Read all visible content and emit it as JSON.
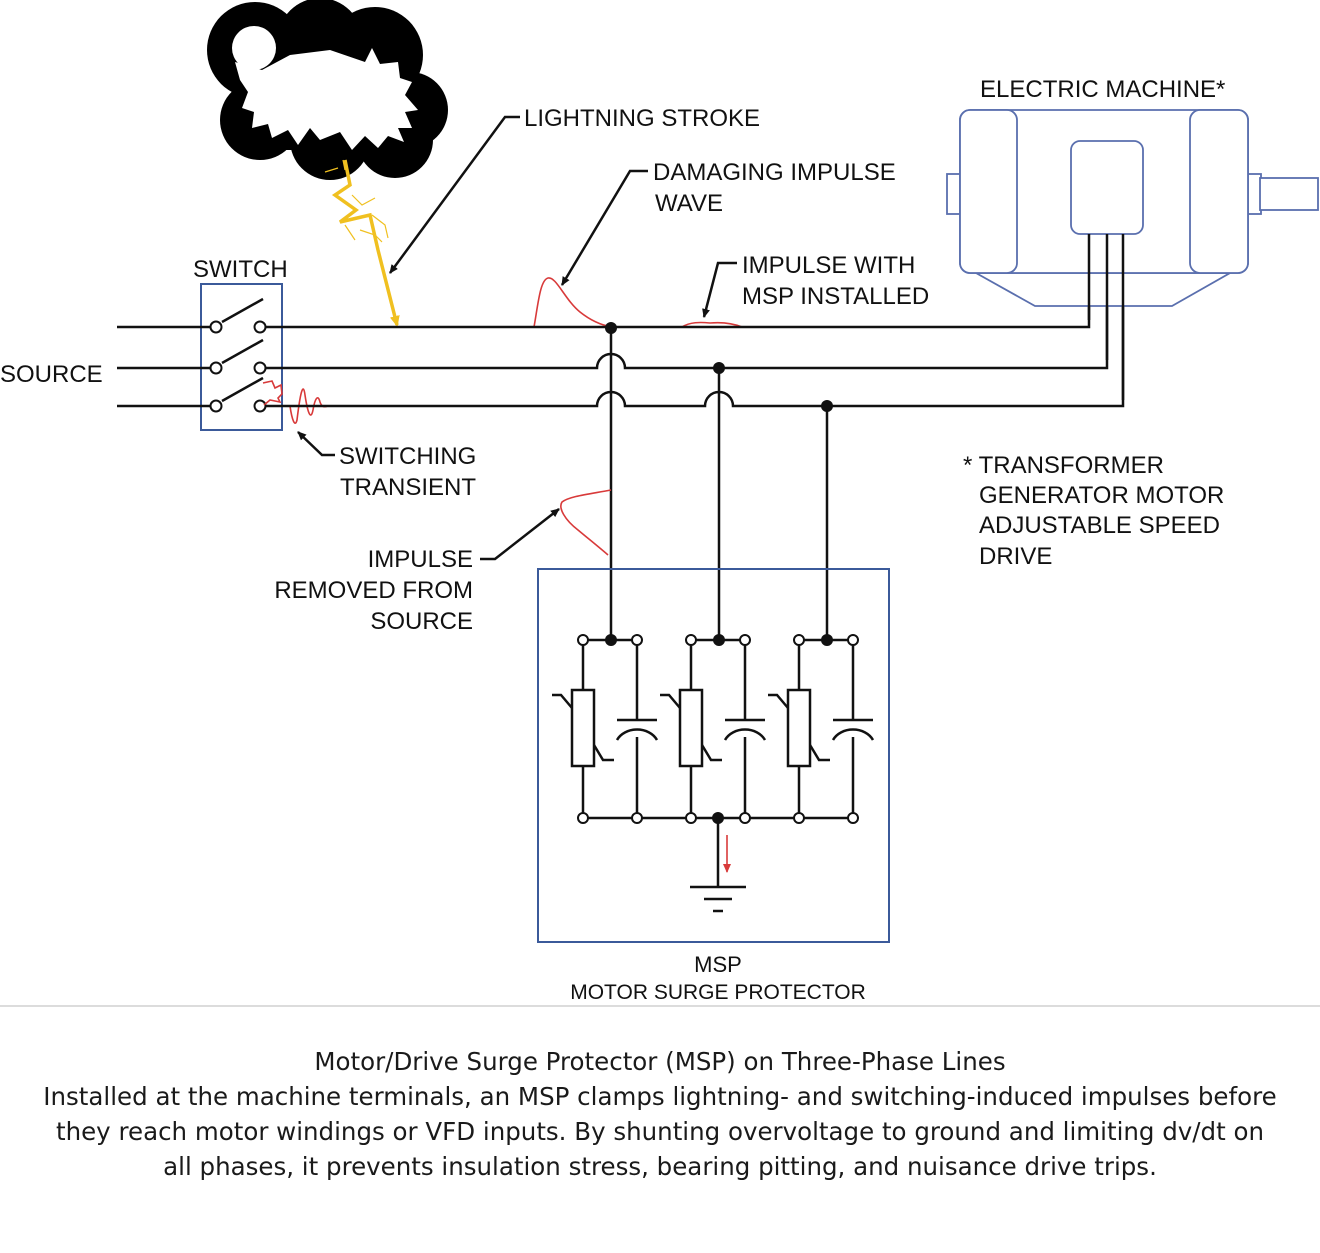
{
  "labels": {
    "lightning_stroke": "LIGHTNING STROKE",
    "damaging_impulse_1": "DAMAGING IMPULSE",
    "damaging_impulse_2": "WAVE",
    "impulse_msp_1": "IMPULSE WITH",
    "impulse_msp_2": "MSP INSTALLED",
    "switch": "SWITCH",
    "source": "SOURCE",
    "switching_1": "SWITCHING",
    "switching_2": "TRANSIENT",
    "impulse_removed_1": "IMPULSE",
    "impulse_removed_2": "REMOVED FROM",
    "impulse_removed_3": "SOURCE",
    "electric_machine": "ELECTRIC MACHINE*",
    "footnote_1": "* TRANSFORMER",
    "footnote_2": "GENERATOR MOTOR",
    "footnote_3": "ADJUSTABLE SPEED",
    "footnote_4": "DRIVE",
    "msp": "MSP",
    "msp_full": "MOTOR SURGE PROTECTOR"
  },
  "icons": {
    "cloud": "storm-cloud-icon",
    "lightning": "lightning-bolt-icon",
    "ground": "ground-symbol-icon"
  },
  "colors": {
    "wire": "#111111",
    "enclosure": "#3b5a9a",
    "impulse": "#d83a3a",
    "lightning": "#f0c020"
  },
  "caption": {
    "title": "Motor/Drive Surge Protector (MSP) on Three-Phase Lines",
    "body": "Installed at the machine terminals, an MSP clamps lightning- and switching-induced impulses before they reach motor windings or VFD inputs. By shunting overvoltage to ground and limiting dv/dt on all phases, it prevents insulation stress, bearing pitting, and nuisance drive trips."
  }
}
